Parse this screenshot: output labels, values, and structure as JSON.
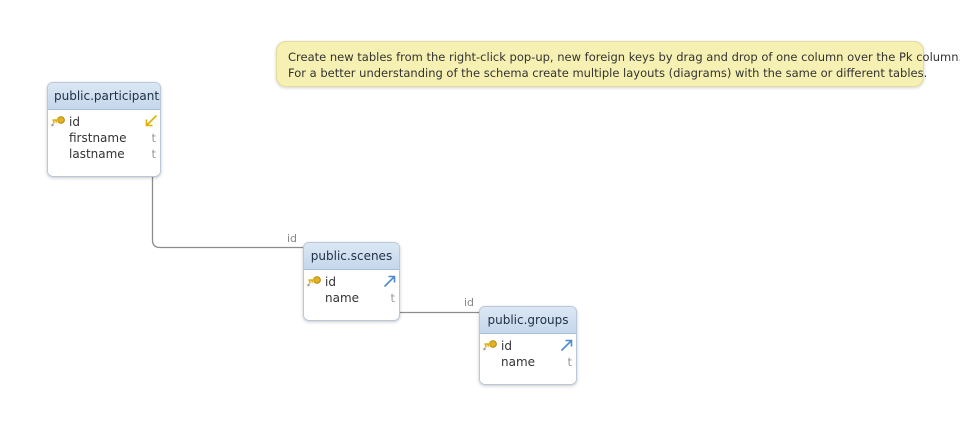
{
  "note": {
    "line1": "Create new tables from the right-click pop-up, new foreign keys by drag and drop of one column over the Pk column.",
    "line2": "For a better understanding of the schema create multiple layouts (diagrams) with the same or different tables."
  },
  "tables": {
    "participants": {
      "title": "public.participants",
      "columns": [
        {
          "name": "id",
          "type": ""
        },
        {
          "name": "firstname",
          "type": "t"
        },
        {
          "name": "lastname",
          "type": "t"
        }
      ]
    },
    "scenes": {
      "title": "public.scenes",
      "columns": [
        {
          "name": "id",
          "type": ""
        },
        {
          "name": "name",
          "type": "t"
        }
      ]
    },
    "groups": {
      "title": "public.groups",
      "columns": [
        {
          "name": "id",
          "type": ""
        },
        {
          "name": "name",
          "type": "t"
        }
      ]
    }
  },
  "relations": {
    "participants_scenes": {
      "label": "id"
    },
    "scenes_groups": {
      "label": "id"
    }
  },
  "colors": {
    "key_icon": "#d9a300",
    "fk_out_arrow": "#e0b000",
    "fk_in_arrow": "#4a8ad0",
    "connector": "#8c8c8c"
  }
}
